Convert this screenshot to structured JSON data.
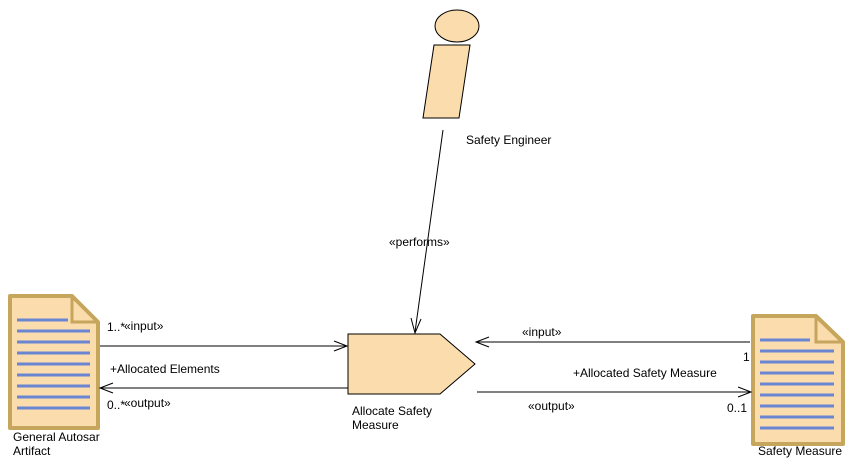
{
  "diagram": {
    "colors": {
      "fill": "#fbdcac",
      "doc_border": "#c6a55c",
      "doc_lines": "#6a86d2",
      "line": "#000000",
      "background": "#ffffff"
    },
    "actor": {
      "name": "Safety Engineer"
    },
    "task": {
      "name": "Allocate Safety Measure"
    },
    "artifacts": {
      "left": {
        "name": "General Autosar Artifact"
      },
      "right": {
        "name": "Safety Measure"
      }
    },
    "connections": {
      "performs": {
        "stereotype": "«performs»"
      },
      "left_input": {
        "stereotype": "«input»",
        "multiplicity": "1..*"
      },
      "left_output": {
        "stereotype": "«output»",
        "multiplicity": "0..*",
        "role": "+Allocated Elements"
      },
      "right_input": {
        "stereotype": "«input»",
        "multiplicity": "1"
      },
      "right_output": {
        "stereotype": "«output»",
        "multiplicity": "0..1",
        "role": "+Allocated Safety Measure"
      }
    }
  }
}
